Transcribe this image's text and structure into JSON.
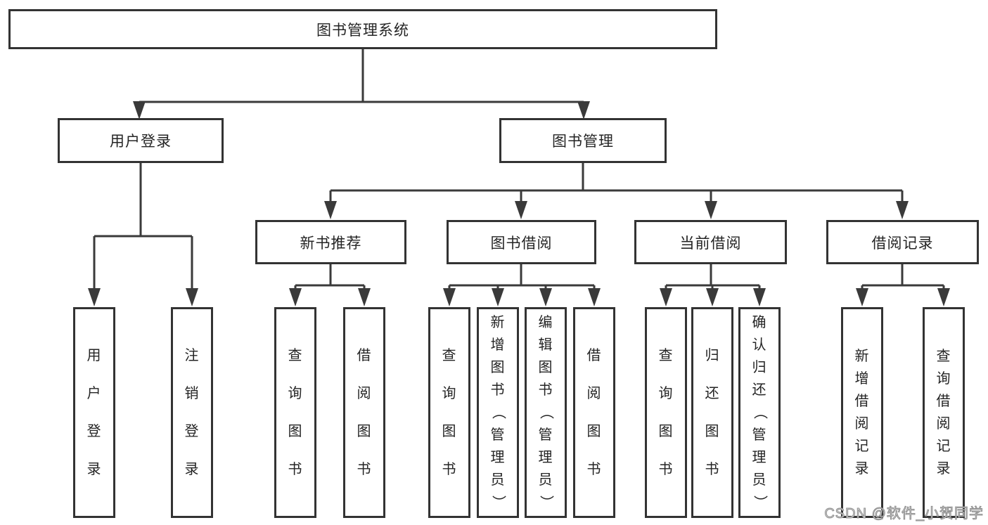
{
  "diagram": {
    "root": {
      "label": "图书管理系统"
    },
    "branches": [
      {
        "label": "用户登录",
        "children": [
          {
            "label": "用户登录"
          },
          {
            "label": "注销登录"
          }
        ]
      },
      {
        "label": "图书管理",
        "children": [
          {
            "label": "新书推荐",
            "children": [
              {
                "label": "查询图书"
              },
              {
                "label": "借阅图书"
              }
            ]
          },
          {
            "label": "图书借阅",
            "children": [
              {
                "label": "查询图书"
              },
              {
                "label": "新增图书（管理员）"
              },
              {
                "label": "编辑图书（管理员）"
              },
              {
                "label": "借阅图书"
              }
            ]
          },
          {
            "label": "当前借阅",
            "children": [
              {
                "label": "查询图书"
              },
              {
                "label": "归还图书"
              },
              {
                "label": "确认归还（管理员）"
              }
            ]
          },
          {
            "label": "借阅记录",
            "children": [
              {
                "label": "新增借阅记录"
              },
              {
                "label": "查询借阅记录"
              }
            ]
          }
        ]
      }
    ]
  },
  "watermark": {
    "text": "CSDN @软件_小贺同学"
  },
  "colors": {
    "line": "#3a3a3a",
    "box_border": "#333333",
    "text": "#242424",
    "background": "#ffffff",
    "watermark_stroke": "#8f8f8f"
  }
}
